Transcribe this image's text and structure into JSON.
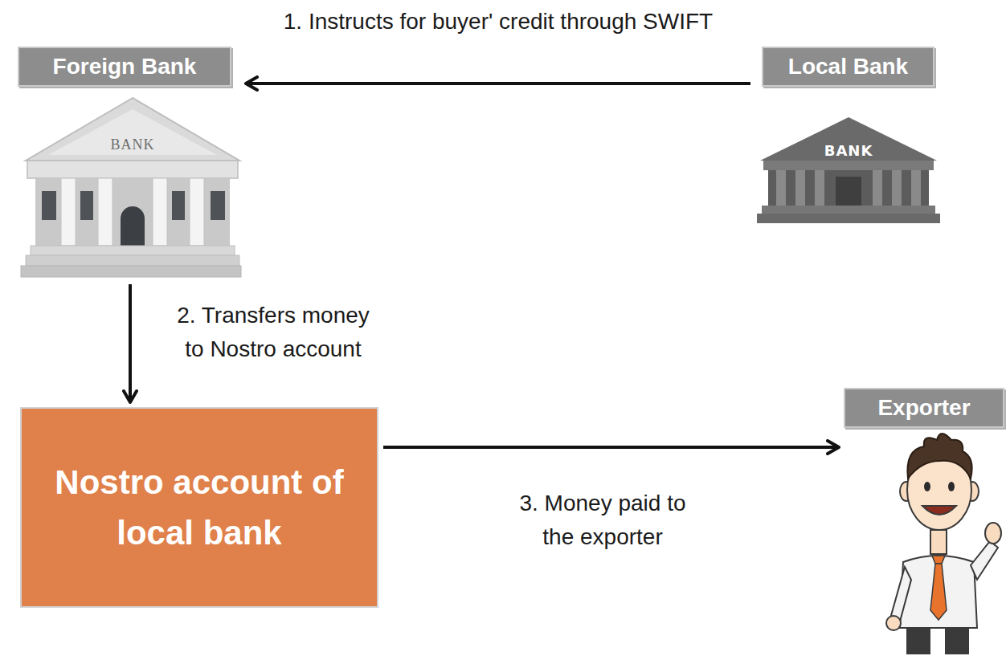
{
  "diagram": {
    "nodes": [
      {
        "text": [
          "Foreign Bank"
        ]
      },
      {
        "text": [
          "Local Bank"
        ]
      },
      {
        "text": [
          "Nostro account of local bank"
        ]
      },
      {
        "text": [
          "Exporter"
        ]
      }
    ],
    "edges": [
      {
        "from": 1,
        "to": 0,
        "arrow": "to",
        "label": "1. Instructs for buyer' credit through SWIFT"
      },
      {
        "from": 0,
        "to": 2,
        "arrow": "to",
        "label": "2. Transfers money to Nostro account"
      },
      {
        "from": 2,
        "to": 3,
        "arrow": "to",
        "label": "3. Money paid to the exporter"
      }
    ],
    "labels": [
      "BANK",
      "BANK"
    ]
  }
}
